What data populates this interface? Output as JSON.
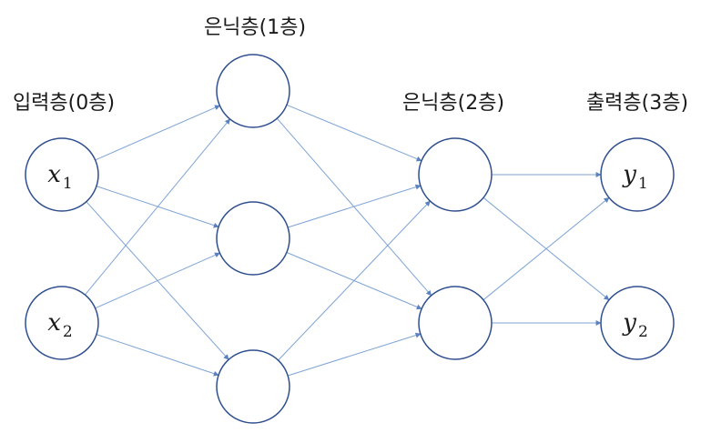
{
  "diagram": {
    "type": "feedforward-neural-network",
    "layers": [
      {
        "label": "입력층(0층)",
        "nodes": [
          {
            "var": "x",
            "sub": "1"
          },
          {
            "var": "x",
            "sub": "2"
          }
        ]
      },
      {
        "label": "은닉층(1층)",
        "nodes": [
          {
            "var": "",
            "sub": ""
          },
          {
            "var": "",
            "sub": ""
          },
          {
            "var": "",
            "sub": ""
          }
        ]
      },
      {
        "label": "은닉층(2층)",
        "nodes": [
          {
            "var": "",
            "sub": ""
          },
          {
            "var": "",
            "sub": ""
          }
        ]
      },
      {
        "label": "출력층(3층)",
        "nodes": [
          {
            "var": "y",
            "sub": "1"
          },
          {
            "var": "y",
            "sub": "2"
          }
        ]
      }
    ],
    "connections": "fully-connected",
    "colors": {
      "node_stroke": "#2f4f8f",
      "edge": "#7ea3d6",
      "text": "#1a1a1a"
    }
  }
}
